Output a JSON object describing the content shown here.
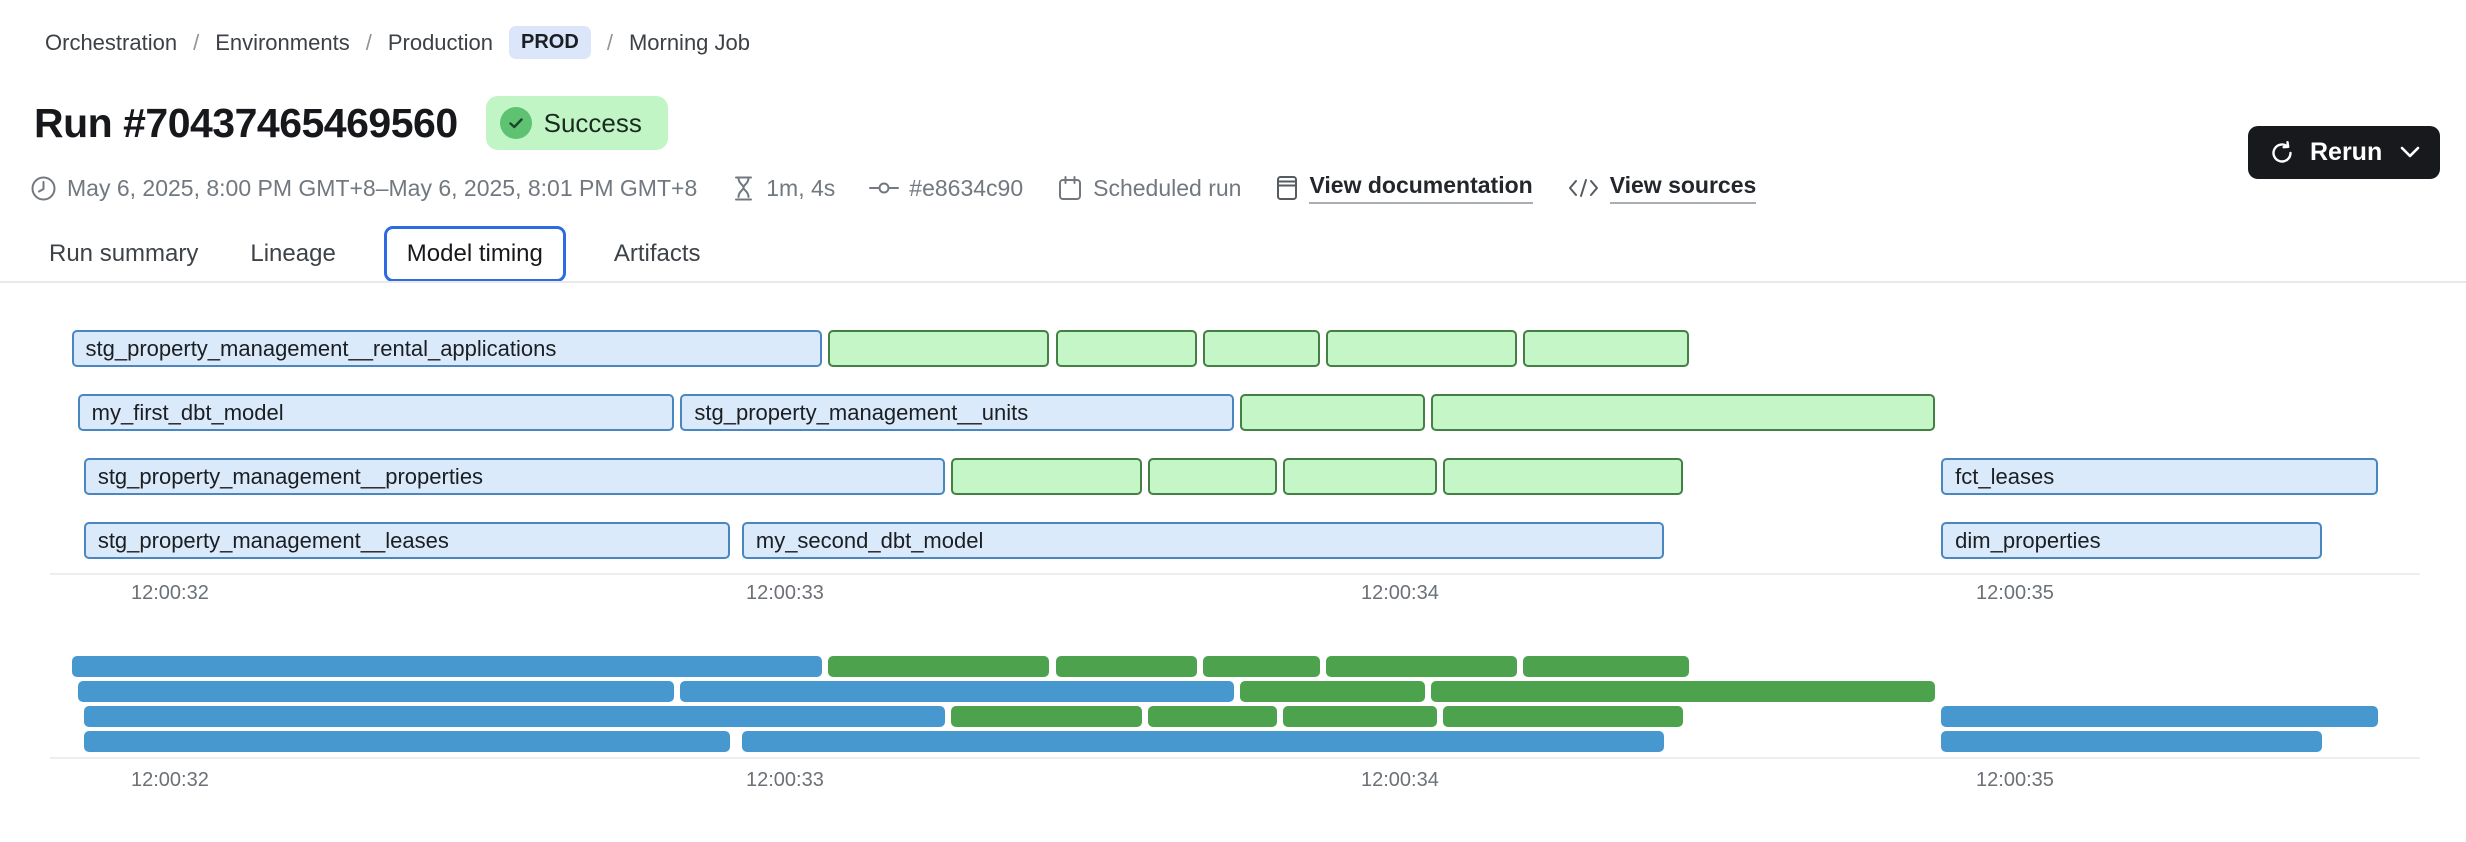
{
  "breadcrumb": {
    "separator": "/",
    "items": [
      "Orchestration",
      "Environments",
      "Production",
      "Morning Job"
    ],
    "env_badge": "PROD"
  },
  "header": {
    "title": "Run #70437465469560",
    "status_badge": "Success"
  },
  "meta": {
    "time_range": "May 6, 2025, 8:00 PM GMT+8–May 6, 2025, 8:01 PM GMT+8",
    "duration": "1m, 4s",
    "commit": "#e8634c90",
    "trigger": "Scheduled run",
    "doc_link": "View documentation",
    "sources_link": "View sources"
  },
  "actions": {
    "rerun_label": "Rerun"
  },
  "tabs": [
    {
      "label": "Run summary",
      "active": false
    },
    {
      "label": "Lineage",
      "active": false
    },
    {
      "label": "Model timing",
      "active": true
    },
    {
      "label": "Artifacts",
      "active": false
    }
  ],
  "colors": {
    "env_badge_bg": "#dbe6fa",
    "status_badge_bg": "#c2f5c6",
    "status_check_circle": "#5fc272",
    "rerun_bg": "#17191d",
    "active_tab_border": "#2e6ae0",
    "model_bar_fill": "#dbeafa",
    "model_bar_border": "#4a87c0",
    "other_bar_fill": "#c5f6c8",
    "other_bar_border": "#447f44",
    "minimap_blue": "#4798cf",
    "minimap_green": "#4da24d"
  },
  "chart_data": {
    "type": "gantt",
    "title": "Model timing",
    "axis": {
      "ticks": [
        {
          "label": "12:00:32",
          "value": 32
        },
        {
          "label": "12:00:33",
          "value": 33
        },
        {
          "label": "12:00:34",
          "value": 34
        },
        {
          "label": "12:00:35",
          "value": 35
        }
      ],
      "t32_pct": 5.06,
      "per_sec_pct": 25.95
    },
    "rows": [
      [
        {
          "label": "stg_property_management__rental_applications",
          "color": "blue",
          "start_s": 31.84,
          "end_s": 33.06
        },
        {
          "label": "",
          "color": "green",
          "start_s": 33.07,
          "end_s": 33.43
        },
        {
          "label": "",
          "color": "green",
          "start_s": 33.44,
          "end_s": 33.67
        },
        {
          "label": "",
          "color": "green",
          "start_s": 33.68,
          "end_s": 33.87
        },
        {
          "label": "",
          "color": "green",
          "start_s": 33.88,
          "end_s": 34.19
        },
        {
          "label": "",
          "color": "green",
          "start_s": 34.2,
          "end_s": 34.47
        }
      ],
      [
        {
          "label": "my_first_dbt_model",
          "color": "blue",
          "start_s": 31.85,
          "end_s": 32.82
        },
        {
          "label": "stg_property_management__units",
          "color": "blue",
          "start_s": 32.83,
          "end_s": 33.73
        },
        {
          "label": "",
          "color": "green",
          "start_s": 33.74,
          "end_s": 34.04
        },
        {
          "label": "",
          "color": "green",
          "start_s": 34.05,
          "end_s": 34.87
        }
      ],
      [
        {
          "label": "stg_property_management__properties",
          "color": "blue",
          "start_s": 31.86,
          "end_s": 33.26
        },
        {
          "label": "",
          "color": "green",
          "start_s": 33.27,
          "end_s": 33.58
        },
        {
          "label": "",
          "color": "green",
          "start_s": 33.59,
          "end_s": 33.8
        },
        {
          "label": "",
          "color": "green",
          "start_s": 33.81,
          "end_s": 34.06
        },
        {
          "label": "",
          "color": "green",
          "start_s": 34.07,
          "end_s": 34.46
        },
        {
          "label": "fct_leases",
          "color": "blue",
          "start_s": 34.88,
          "end_s": 35.59
        }
      ],
      [
        {
          "label": "stg_property_management__leases",
          "color": "blue",
          "start_s": 31.86,
          "end_s": 32.91
        },
        {
          "label": "my_second_dbt_model",
          "color": "blue",
          "start_s": 32.93,
          "end_s": 34.43
        },
        {
          "label": "dim_properties",
          "color": "blue",
          "start_s": 34.88,
          "end_s": 35.5
        }
      ]
    ]
  }
}
